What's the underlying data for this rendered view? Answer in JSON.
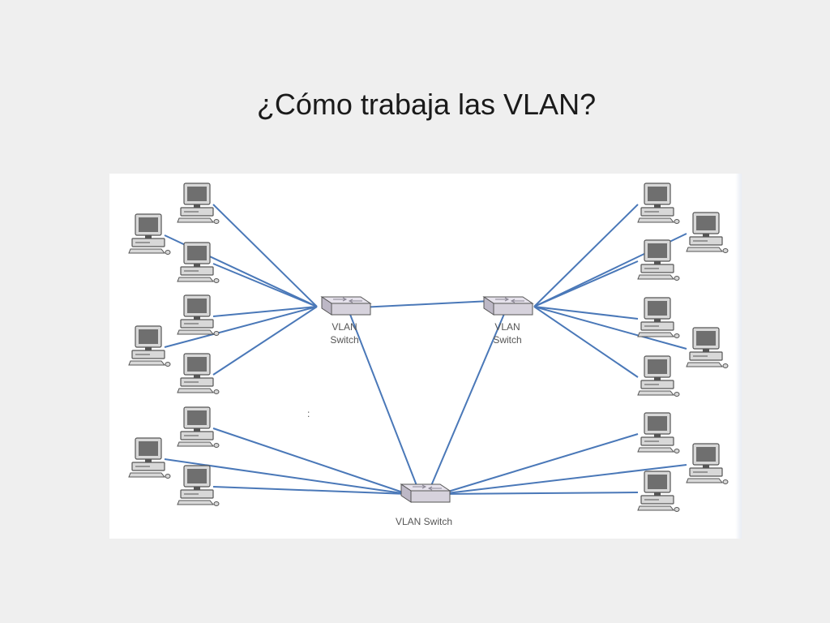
{
  "slide": {
    "title": "¿Cómo trabaja las VLAN?"
  },
  "diagram": {
    "colors": {
      "link": "#4a78b8",
      "device_fill": "#d8d8d8",
      "device_stroke": "#555555",
      "switch_fill": "#d6d2dc",
      "screen": "#6f6f6f"
    },
    "switches": [
      {
        "id": "left",
        "label_lines": [
          "VLAN",
          "Switch"
        ]
      },
      {
        "id": "right",
        "label_lines": [
          "VLAN",
          "Switch"
        ]
      },
      {
        "id": "bottom",
        "label_lines": [
          "VLAN Switch"
        ]
      }
    ],
    "icons": {
      "computer": "desktop-computer-icon",
      "switch": "vlan-switch-icon"
    },
    "stray_mark": ":"
  }
}
